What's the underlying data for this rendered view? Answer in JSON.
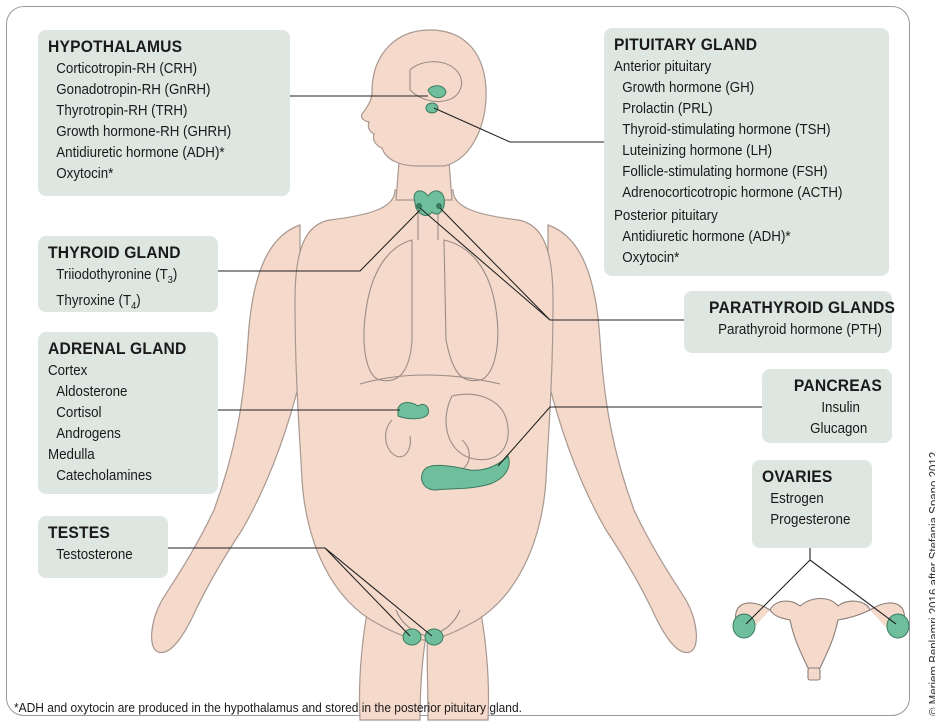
{
  "hypothalamus": {
    "title": "HYPOTHALAMUS",
    "items": [
      "Corticotropin-RH (CRH)",
      "Gonadotropin-RH (GnRH)",
      "Thyrotropin-RH (TRH)",
      "Growth hormone-RH (GHRH)",
      "Antidiuretic hormone (ADH)*",
      "Oxytocin*"
    ]
  },
  "pituitary": {
    "title": "PITUITARY GLAND",
    "anterior_label": "Anterior pituitary",
    "anterior_items": [
      "Growth hormone (GH)",
      "Prolactin (PRL)",
      "Thyroid-stimulating hormone (TSH)",
      "Luteinizing hormone (LH)",
      "Follicle-stimulating hormone (FSH)",
      "Adrenocorticotropic hormone (ACTH)"
    ],
    "posterior_label": "Posterior pituitary",
    "posterior_items": [
      "Antidiuretic hormone (ADH)*",
      "Oxytocin*"
    ]
  },
  "thyroid": {
    "title": "THYROID GLAND",
    "items": [
      {
        "text": "Triiodothyronine (T",
        "sub": "3",
        "tail": ")"
      },
      {
        "text": "Thyroxine (T",
        "sub": "4",
        "tail": ")"
      }
    ]
  },
  "parathyroid": {
    "title": "PARATHYROID GLANDS",
    "items": [
      "Parathyroid hormone (PTH)"
    ]
  },
  "adrenal": {
    "title": "ADRENAL GLAND",
    "cortex_label": "Cortex",
    "cortex_items": [
      "Aldosterone",
      "Cortisol",
      "Androgens"
    ],
    "medulla_label": "Medulla",
    "medulla_items": [
      "Catecholamines"
    ]
  },
  "pancreas": {
    "title": "PANCREAS",
    "items": [
      "Insulin",
      "Glucagon"
    ]
  },
  "ovaries": {
    "title": "OVARIES",
    "items": [
      "Estrogen",
      "Progesterone"
    ]
  },
  "testes": {
    "title": "TESTES",
    "items": [
      "Testosterone"
    ]
  },
  "footnote": "*ADH and oxytocin are produced in the hypothalamus and stored in the posterior pituitary gland.",
  "credit": "© Meriem Benlamri 2016 after Stefania Spano 2012",
  "colors": {
    "skin": "#f5d9cb",
    "skin_outline": "#a89890",
    "gland": "#6fbf9d",
    "box": "#dde6e0",
    "organ_line": "#9b8d86"
  }
}
